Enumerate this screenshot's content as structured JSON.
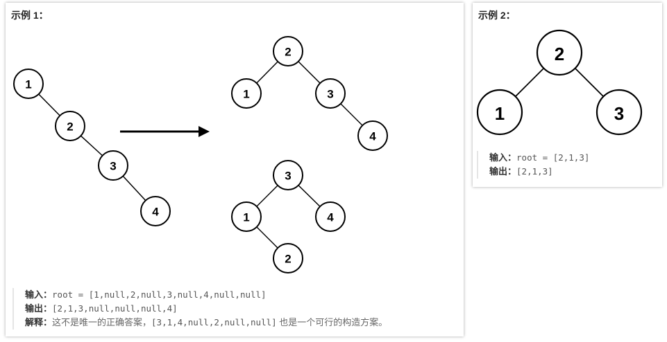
{
  "example1": {
    "title": "示例 1：",
    "input_label": "输入：",
    "input_value": "root = [1,null,2,null,3,null,4,null,null]",
    "output_label": "输出：",
    "output_value": "[2,1,3,null,null,null,4]",
    "explain_label": "解释：",
    "explain_text1": "这不是唯一的正确答案，",
    "explain_code": "[3,1,4,null,2,null,null]",
    "explain_text2": " 也是一个可行的构造方案。",
    "input_tree": [
      "1",
      "2",
      "3",
      "4"
    ],
    "output_tree_a": [
      "2",
      "1",
      "3",
      "4"
    ],
    "output_tree_b": [
      "3",
      "1",
      "4",
      "2"
    ]
  },
  "example2": {
    "title": "示例 2：",
    "input_label": "输入：",
    "input_value": "root = [2,1,3]",
    "output_label": "输出：",
    "output_value": "[2,1,3]",
    "tree": [
      "2",
      "1",
      "3"
    ]
  }
}
